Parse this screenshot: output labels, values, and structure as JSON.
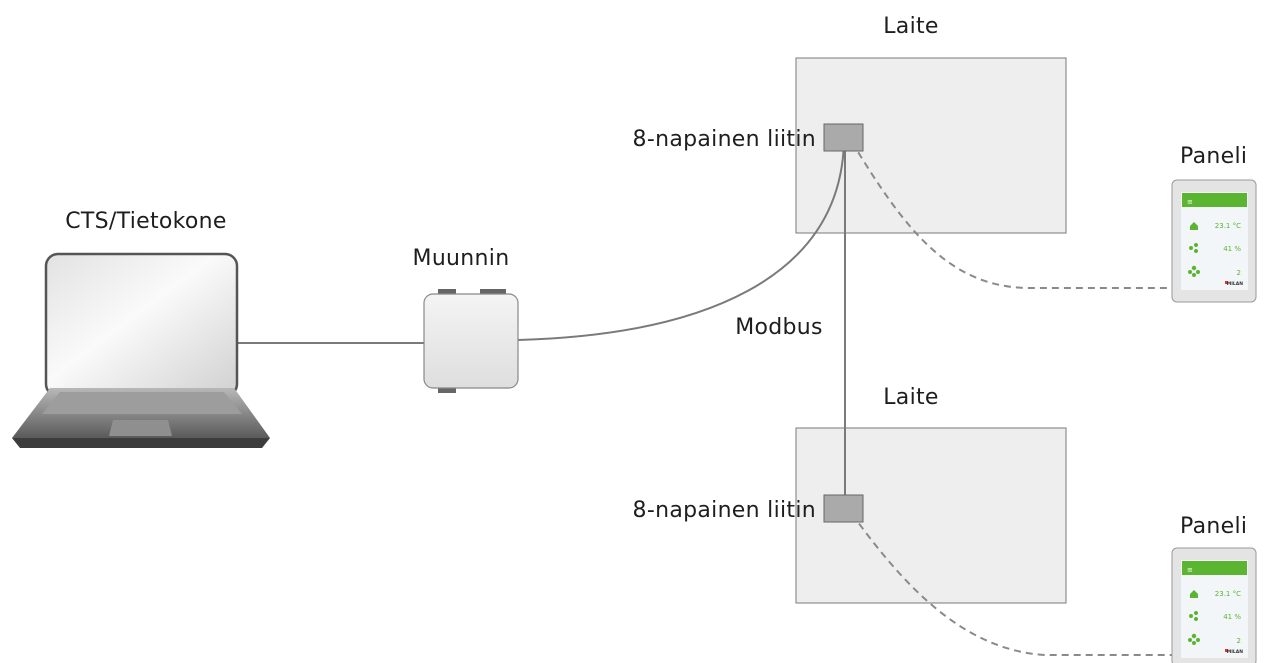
{
  "labels": {
    "computer": "CTS/Tietokone",
    "converter": "Muunnin",
    "device_top": "Laite",
    "device_bottom": "Laite",
    "connector_top": "8-napainen liitin",
    "connector_bottom": "8-napainen liitin",
    "bus": "Modbus",
    "panel_top": "Paneli",
    "panel_bottom": "Paneli"
  },
  "panel_display": {
    "temperature": "23.1 °C",
    "humidity": "41  %",
    "fan_speed": "2",
    "logo": "MILAN"
  },
  "colors": {
    "line": "#7a7a7a",
    "device_fill": "#eeeeee",
    "connector_fill": "#aaaaaa",
    "panel_accent": "#5cb531"
  }
}
